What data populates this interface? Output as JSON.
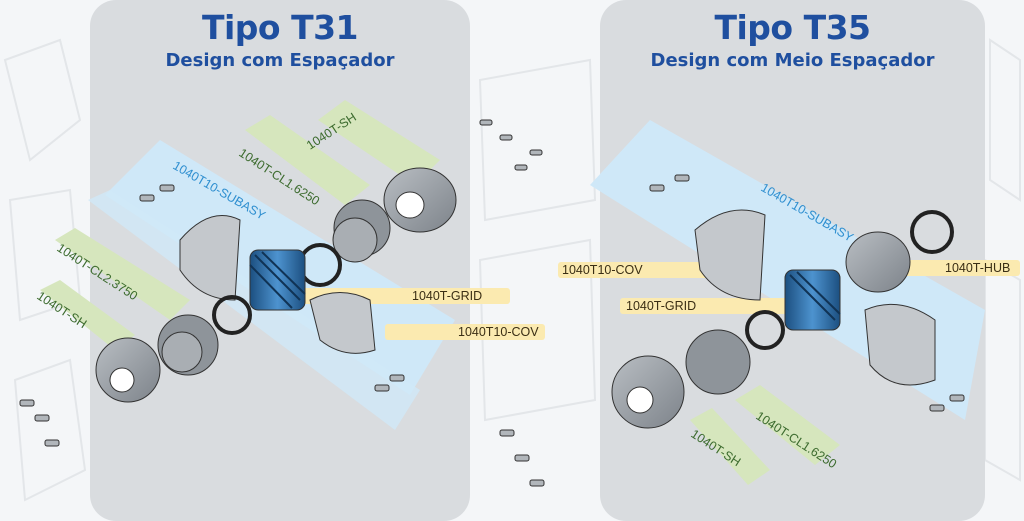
{
  "left": {
    "title": "Tipo T31",
    "subtitle": "Design com Espaçador",
    "labels": {
      "sh_top": "1040T-SH",
      "cl_top": "1040T-CL1.6250",
      "subasy": "1040T10-SUBASY",
      "cl_left": "1040T-CL2.3750",
      "sh_left": "1040T-SH",
      "grid": "1040T-GRID",
      "cov": "1040T10-COV"
    }
  },
  "right": {
    "title": "Tipo T35",
    "subtitle": "Design com Meio Espaçador",
    "labels": {
      "subasy": "1040T10-SUBASY",
      "cov": "1040T10-COV",
      "hub": "1040T-HUB",
      "grid": "1040T-GRID",
      "cl": "1040T-CL1.6250",
      "sh": "1040T-SH"
    }
  },
  "colors": {
    "title": "#1f4f9f",
    "band": "#cfe8f8",
    "label_green": "#d6e6bd",
    "label_yellow": "#fbeab0",
    "part": "#9aa0a6",
    "grid_blue": "#2a6fa8"
  }
}
